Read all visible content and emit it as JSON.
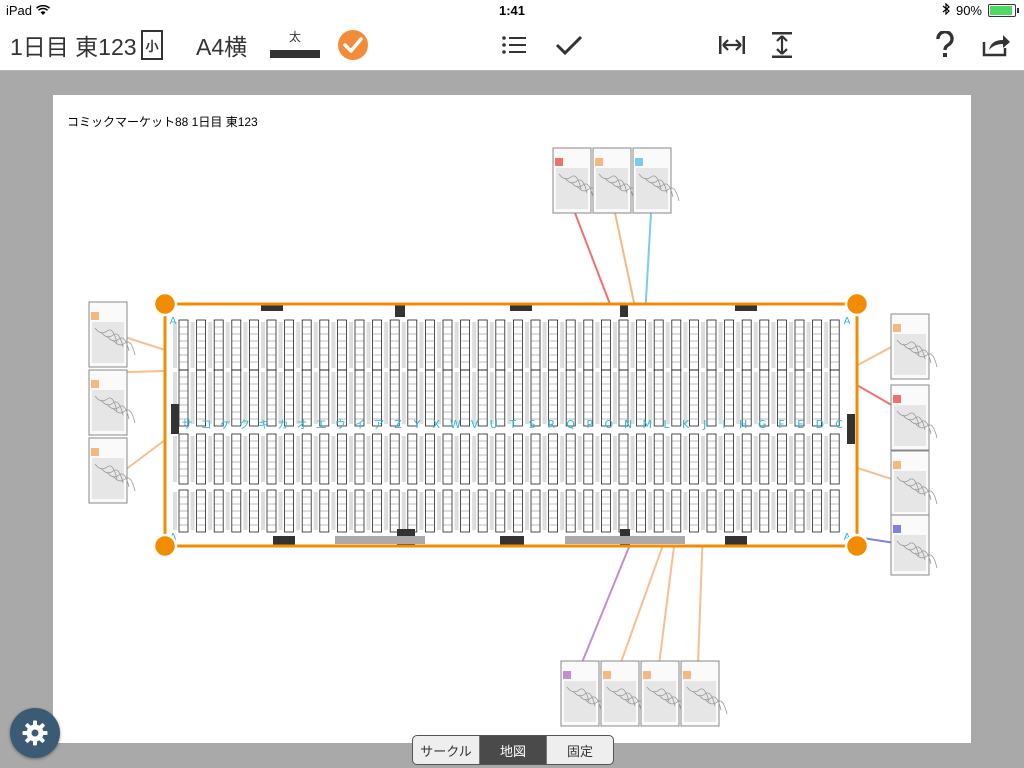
{
  "status_bar": {
    "device": "iPad",
    "time": "1:41",
    "battery": "90%",
    "battery_level": 0.9
  },
  "toolbar": {
    "day_label": "1日目 東123",
    "size_label": "小",
    "paper_label": "A4横",
    "line_weight_label": "太",
    "accent_color": "#f28c38"
  },
  "map": {
    "title": "コミックマーケット88 1日目 東123",
    "border_color": "#f28c00",
    "label_color": "#35b6d6",
    "row_labels_left": [
      "サ",
      "コ",
      "ケ",
      "ク",
      "キ",
      "カ",
      "オ",
      "エ",
      "ウ",
      "イ",
      "ア"
    ],
    "row_labels_mid": [
      "Z",
      "Y",
      "X",
      "W",
      "V",
      "U",
      "T",
      "S",
      "R",
      "Q",
      "P",
      "O",
      "N",
      "M"
    ],
    "row_labels_right": [
      "L",
      "K",
      "J",
      "I",
      "H",
      "G",
      "F",
      "E",
      "D",
      "C"
    ],
    "corner_label": "A"
  },
  "segment": {
    "items": [
      "サークル",
      "地図",
      "固定"
    ],
    "active_index": 1
  }
}
